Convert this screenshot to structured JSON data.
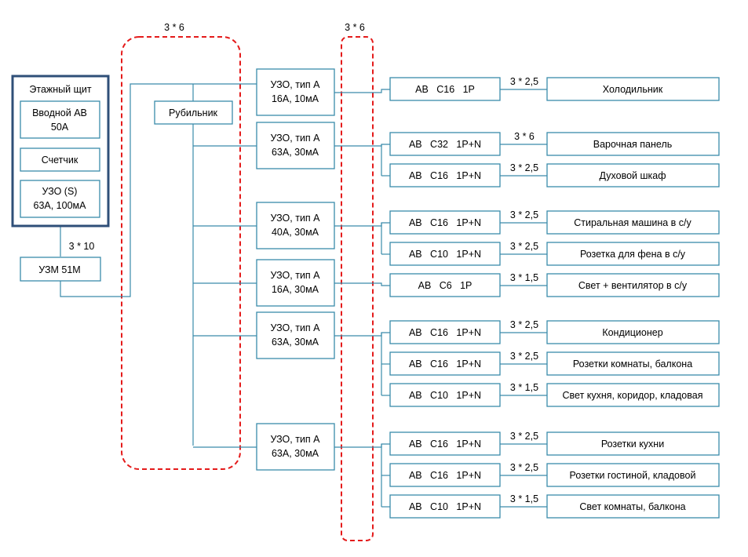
{
  "panel": {
    "title": "Этажный щит",
    "main_breaker": [
      "Вводной АВ",
      "50А"
    ],
    "meter": "Счетчик",
    "rcd": [
      "УЗО (S)",
      "63А, 100мА"
    ]
  },
  "uzm": {
    "label": "УЗМ 51М",
    "cable": "3 * 10"
  },
  "switch": {
    "label": "Рубильник"
  },
  "bus_labels": {
    "left": "3 * 6",
    "right": "3 * 6"
  },
  "rcds": [
    {
      "line1": "УЗО, тип А",
      "line2": "16А, 10мА"
    },
    {
      "line1": "УЗО, тип А",
      "line2": "63А, 30мА"
    },
    {
      "line1": "УЗО, тип А",
      "line2": "40А, 30мА"
    },
    {
      "line1": "УЗО, тип А",
      "line2": "16А, 30мА"
    },
    {
      "line1": "УЗО, тип А",
      "line2": "63А, 30мА"
    },
    {
      "line1": "УЗО, тип А",
      "line2": "63А, 30мА"
    }
  ],
  "breakers": [
    {
      "label": "АВ   С16   1Р",
      "cable": "3 * 2,5",
      "load": "Холодильник"
    },
    {
      "label": "АВ   С32   1Р+N",
      "cable": "3 * 6",
      "load": "Варочная панель"
    },
    {
      "label": "АВ   С16   1Р+N",
      "cable": "3 * 2,5",
      "load": "Духовой шкаф"
    },
    {
      "label": "АВ   С16   1Р+N",
      "cable": "3 * 2,5",
      "load": "Стиральная машина в с/у"
    },
    {
      "label": "АВ   С10   1Р+N",
      "cable": "3 * 2,5",
      "load": "Розетка для фена в с/у"
    },
    {
      "label": "АВ   С6   1Р",
      "cable": "3 * 1,5",
      "load": "Свет + вентилятор в с/у"
    },
    {
      "label": "АВ   С16   1Р+N",
      "cable": "3 * 2,5",
      "load": "Кондиционер"
    },
    {
      "label": "АВ   С16   1Р+N",
      "cable": "3 * 2,5",
      "load": "Розетки комнаты, балкона"
    },
    {
      "label": "АВ   С10   1Р+N",
      "cable": "3 * 1,5",
      "load": "Свет кухня, коридор, кладовая"
    },
    {
      "label": "АВ   С16   1Р+N",
      "cable": "3 * 2,5",
      "load": "Розетки кухни"
    },
    {
      "label": "АВ   С16   1Р+N",
      "cable": "3 * 2,5",
      "load": "Розетки гостиной, кладовой"
    },
    {
      "label": "АВ   С10   1Р+N",
      "cable": "3 * 1,5",
      "load": "Свет комнаты, балкона"
    }
  ]
}
